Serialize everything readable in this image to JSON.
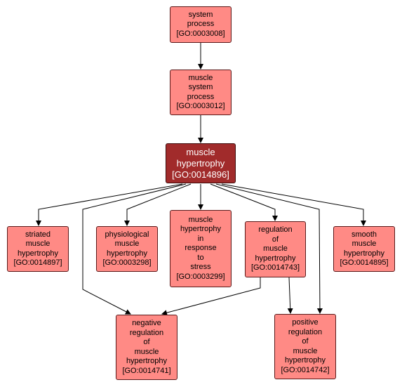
{
  "colors": {
    "node_fill": "#ff8a85",
    "focus_fill": "#a12b2b",
    "node_border": "#5a1a1a",
    "edge": "#000000"
  },
  "nodes": {
    "system_process": {
      "label": "system\nprocess",
      "id": "[GO:0003008]"
    },
    "muscle_system_process": {
      "label": "muscle\nsystem\nprocess",
      "id": "[GO:0003012]"
    },
    "muscle_hypertrophy": {
      "label": "muscle\nhypertrophy",
      "id": "[GO:0014896]"
    },
    "striated": {
      "label": "striated\nmuscle\nhypertrophy",
      "id": "[GO:0014897]"
    },
    "physiological": {
      "label": "physiological\nmuscle\nhypertrophy",
      "id": "[GO:0003298]"
    },
    "in_response_to_stress": {
      "label": "muscle\nhypertrophy\nin\nresponse\nto\nstress",
      "id": "[GO:0003299]"
    },
    "regulation": {
      "label": "regulation\nof\nmuscle\nhypertrophy",
      "id": "[GO:0014743]"
    },
    "smooth": {
      "label": "smooth\nmuscle\nhypertrophy",
      "id": "[GO:0014895]"
    },
    "negative_regulation": {
      "label": "negative\nregulation\nof\nmuscle\nhypertrophy",
      "id": "[GO:0014741]"
    },
    "positive_regulation": {
      "label": "positive\nregulation\nof\nmuscle\nhypertrophy",
      "id": "[GO:0014742]"
    }
  }
}
